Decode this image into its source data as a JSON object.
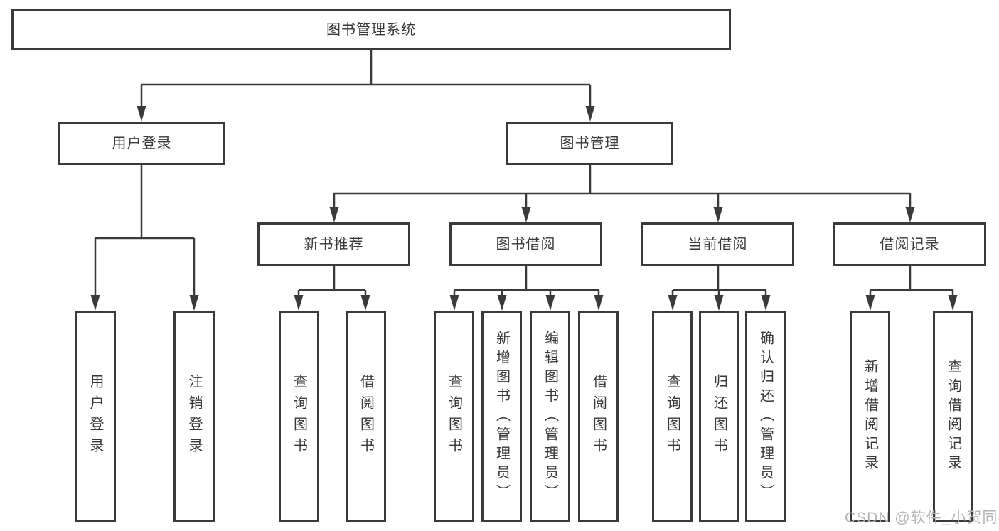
{
  "diagram": {
    "title": "图书管理系统",
    "branches": [
      {
        "label": "用户登录",
        "leaves": [
          "用户登录",
          "注销登录"
        ]
      },
      {
        "label": "图书管理",
        "groups": [
          {
            "label": "新书推荐",
            "leaves": [
              "查询图书",
              "借阅图书"
            ]
          },
          {
            "label": "图书借阅",
            "leaves": [
              "查询图书",
              "新增图书（管理员）",
              "编辑图书（管理员）",
              "借阅图书"
            ]
          },
          {
            "label": "当前借阅",
            "leaves": [
              "查询图书",
              "归还图书",
              "确认归还（管理员）"
            ]
          },
          {
            "label": "借阅记录",
            "leaves": [
              "新增借阅记录",
              "查询借阅记录"
            ]
          }
        ]
      }
    ]
  },
  "watermark": "CSDN @软件_小贺同学",
  "colors": {
    "line": "#3a3a3a",
    "text": "#383838",
    "watermark": "#b4b4b4",
    "background": "#ffffff"
  }
}
